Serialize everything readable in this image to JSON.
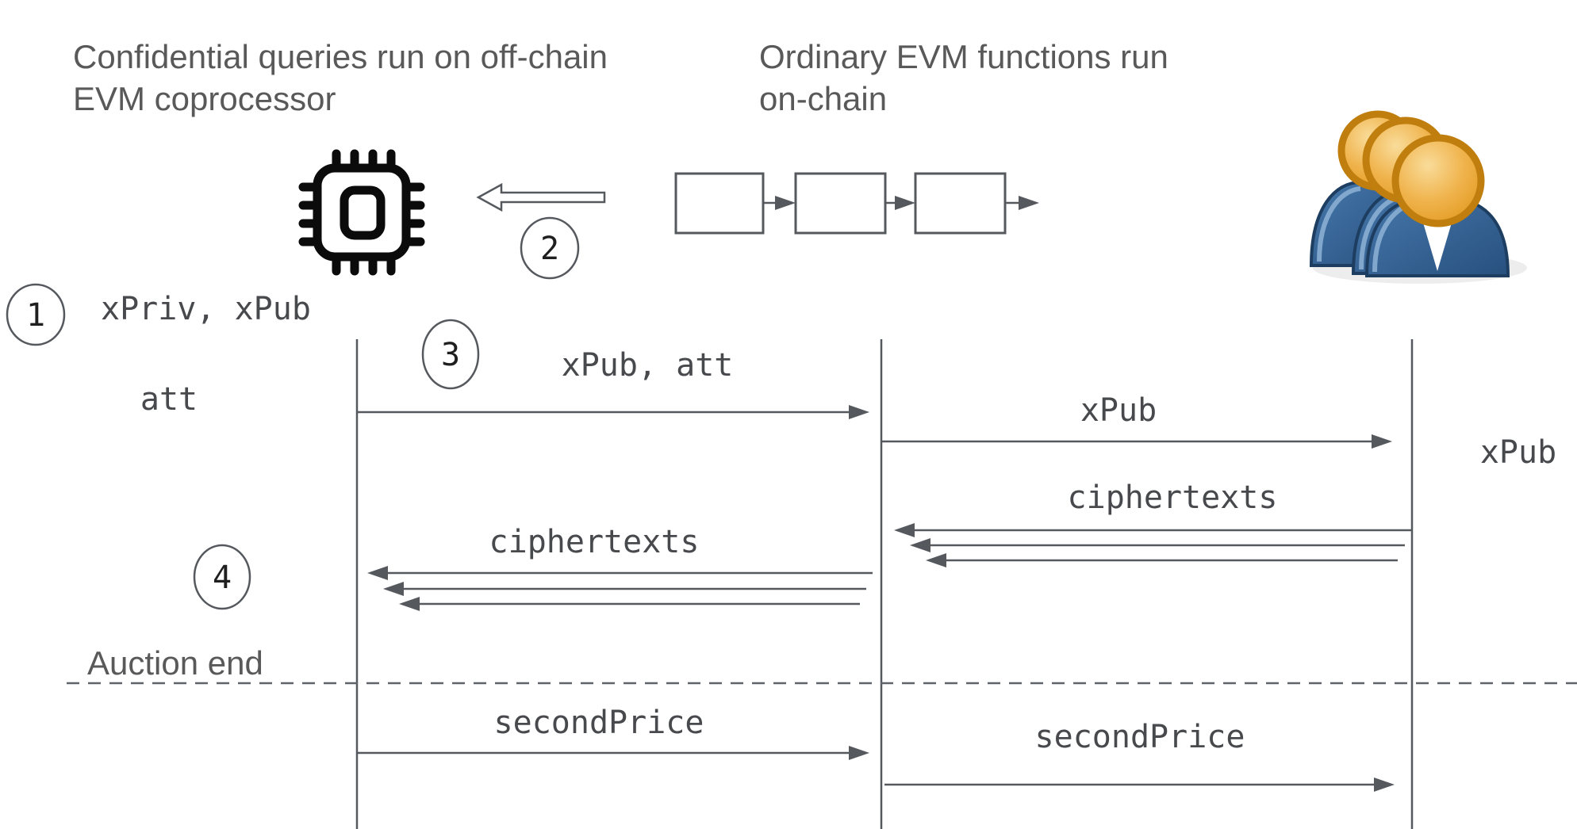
{
  "diagram": {
    "titles": {
      "left_line1": "Confidential queries run on off-chain",
      "left_line2": "EVM coprocessor",
      "right_line1": "Ordinary EVM functions run",
      "right_line2": "on-chain"
    },
    "steps": {
      "one": "1",
      "two": "2",
      "three": "3",
      "four": "4"
    },
    "labels": {
      "xpriv_xpub": "xPriv, xPub",
      "att": "att",
      "xpub_att": "xPub, att",
      "xpub_chain": "xPub",
      "xpub_users": "xPub",
      "ciphertexts_users": "ciphertexts",
      "ciphertexts_coproc": "ciphertexts",
      "auction_end": "Auction end",
      "second_price_coproc": "secondPrice",
      "second_price_chain": "secondPrice"
    },
    "icons": {
      "coprocessor": "chip-icon",
      "blockchain": "blockchain-blocks",
      "users": "users-group-icon",
      "step2_arrow": "hollow-left-arrow-icon"
    },
    "colors": {
      "line_gray": "#55595e",
      "title_gray": "#595959",
      "mono_gray": "#47494c",
      "chip_black": "#0b0b0b",
      "head_orange": "#eda838",
      "head_ring_orange": "#bf7e0d",
      "body_blue": "#2f5f96",
      "body_outline_blue": "#1d3d61"
    }
  }
}
